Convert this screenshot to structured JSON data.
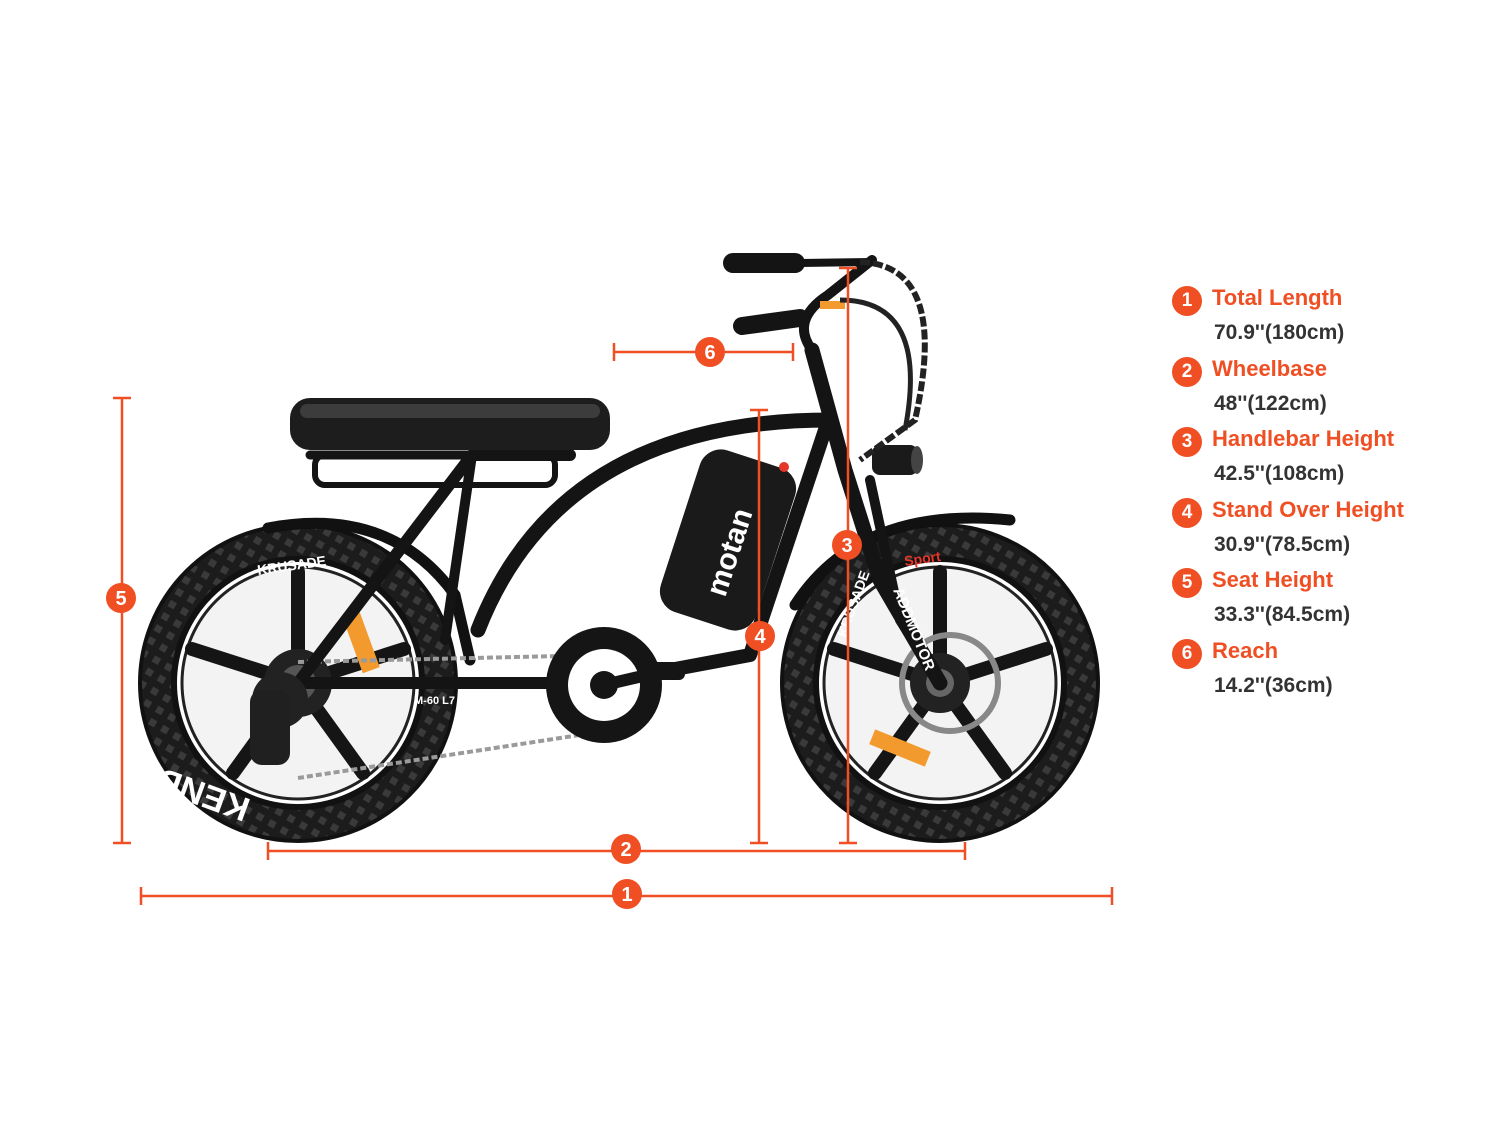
{
  "colors": {
    "accent": "#f04e23",
    "value_text": "#333333",
    "bike_body": "#111111",
    "background": "#ffffff"
  },
  "bike": {
    "battery_label": "motan",
    "tire_brand": "KENDA",
    "tire_model": "KRUSADE",
    "tire_variant": "Sport",
    "fork_label": "ADDMOTOR",
    "derailleur_label": "M-60 L7"
  },
  "markers": [
    {
      "num": "1"
    },
    {
      "num": "2"
    },
    {
      "num": "3"
    },
    {
      "num": "4"
    },
    {
      "num": "5"
    },
    {
      "num": "6"
    }
  ],
  "specs": [
    {
      "num": "1",
      "name": "Total Length",
      "value": "70.9''(180cm)"
    },
    {
      "num": "2",
      "name": "Wheelbase",
      "value": "48''(122cm)"
    },
    {
      "num": "3",
      "name": "Handlebar Height",
      "value": "42.5''(108cm)"
    },
    {
      "num": "4",
      "name": "Stand Over Height",
      "value": "30.9''(78.5cm)"
    },
    {
      "num": "5",
      "name": "Seat Height",
      "value": "33.3''(84.5cm)"
    },
    {
      "num": "6",
      "name": "Reach",
      "value": "14.2''(36cm)"
    }
  ]
}
